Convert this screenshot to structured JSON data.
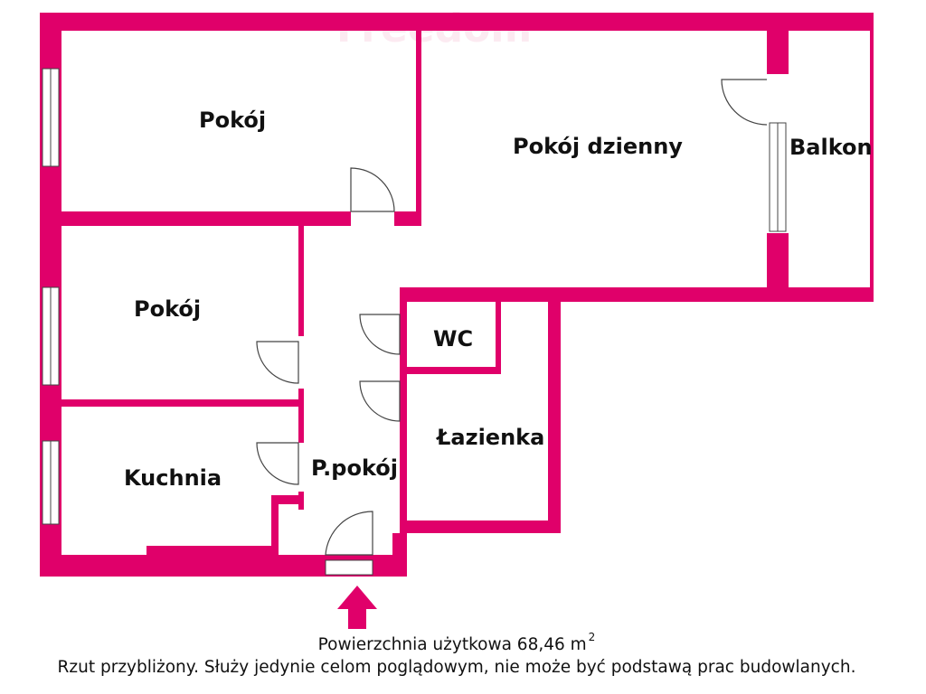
{
  "colors": {
    "wall": "#e0006a",
    "window": "#ffffff",
    "line": "#444444",
    "text": "#111111"
  },
  "watermark": "Freedom",
  "rooms": {
    "pokoj_1": "Pokój",
    "pokoj_dzienny": "Pokój dzienny",
    "balkon": "Balkon",
    "pokoj_2": "Pokój",
    "wc": "WC",
    "kuchnia": "Kuchnia",
    "lazienka": "Łazienka",
    "przedpokoj": "P.pokój"
  },
  "area": {
    "label": "Powierzchnia użytkowa 68,46 m",
    "superscript": "2"
  },
  "disclaimer": "Rzut przybliżony. Służy jedynie celom poglądowym, nie może być podstawą prac budowlanych.",
  "entrance_icon": "entrance-arrow-icon"
}
